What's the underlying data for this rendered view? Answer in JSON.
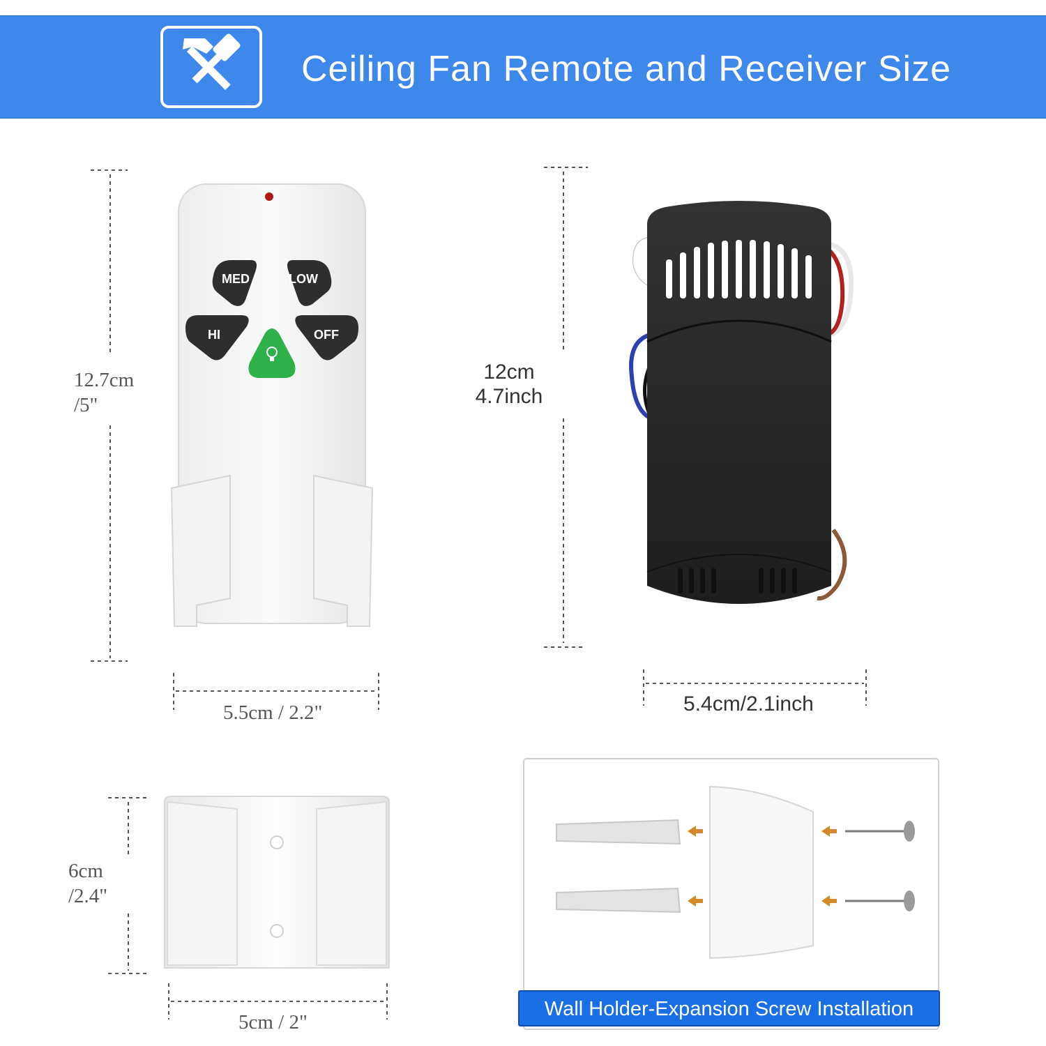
{
  "header": {
    "title": "Ceiling Fan Remote and Receiver Size",
    "icon": "tools-icon"
  },
  "remote": {
    "height_label_line1": "12.7cm",
    "height_label_line2": "/5\"",
    "width_label": "5.5cm / 2.2\"",
    "buttons": {
      "med": "MED",
      "low": "LOW",
      "hi": "HI",
      "off": "OFF",
      "light": "light-bulb-icon"
    }
  },
  "receiver": {
    "height_label_line1": "12cm",
    "height_label_line2": "4.7inch",
    "width_label": "5.4cm/2.1inch"
  },
  "holder": {
    "height_label_line1": "6cm",
    "height_label_line2": "/2.4\"",
    "width_label": "5cm / 2\""
  },
  "installation": {
    "label": "Wall Holder-Expansion Screw Installation"
  },
  "colors": {
    "banner": "#3f88eb",
    "light_button": "#2fb14a",
    "receiver_body": "#2b2b2b",
    "label_bg": "#1a6ee6"
  }
}
